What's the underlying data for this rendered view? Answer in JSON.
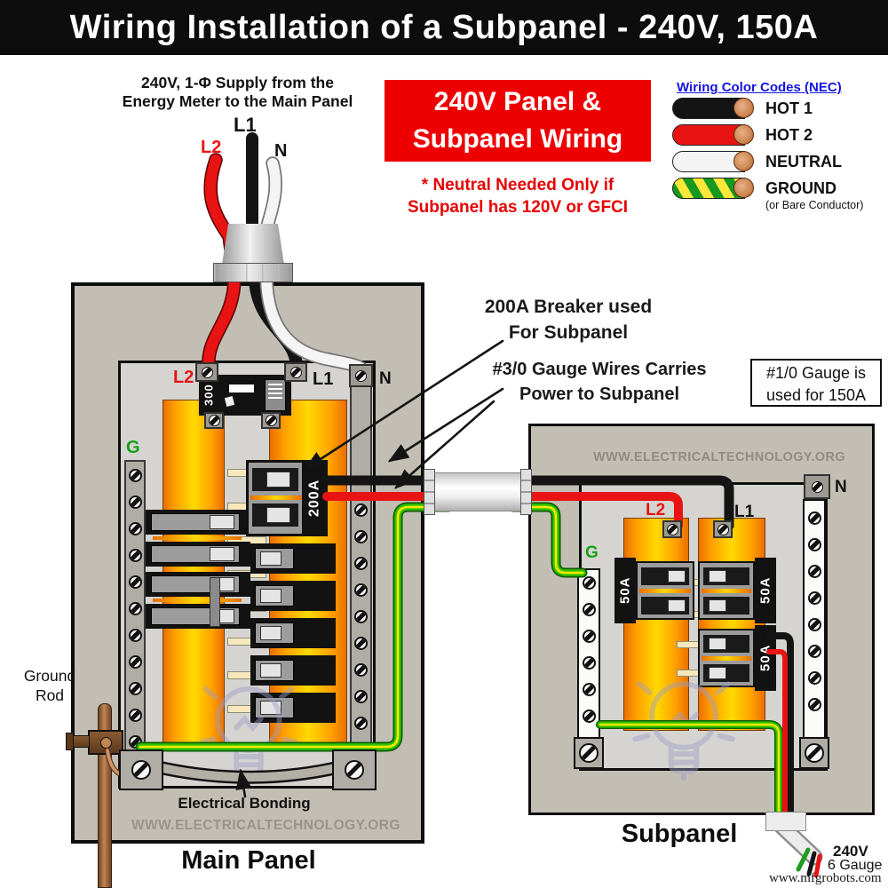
{
  "title": "Wiring Installation of a Subpanel - 240V, 150A",
  "supply": {
    "line1": "240V, 1-Φ Supply from the",
    "line2": "Energy Meter to the Main Panel",
    "l1": "L1",
    "l2": "L2",
    "n": "N"
  },
  "info_box": {
    "line1": "240V Panel &",
    "line2": "Subpanel Wiring"
  },
  "neutral_note": {
    "line1": "* Neutral Needed Only if",
    "line2": "Subpanel has 120V or GFCI"
  },
  "legend": {
    "title": "Wiring Color Codes (NEC)",
    "items": [
      {
        "label": "HOT 1",
        "color": "#141414"
      },
      {
        "label": "HOT 2",
        "color": "#e81313"
      },
      {
        "label": "NEUTRAL",
        "color": "#f4f4f4"
      },
      {
        "label": "GROUND",
        "color": "green-yellow-stripe",
        "note": "(or Bare Conductor)"
      }
    ]
  },
  "annotations": {
    "breaker_note_line1": "200A Breaker used",
    "breaker_note_line2": "For Subpanel",
    "gauge_note_line1": "#3/0 Gauge Wires Carries",
    "gauge_note_line2": "Power to Subpanel",
    "gauge_box_line1": "#1/0 Gauge is",
    "gauge_box_line2": "used for 150A"
  },
  "main_panel": {
    "caption": "Main Panel",
    "l2": "L2",
    "l1": "L1",
    "n": "N",
    "g": "G",
    "main_breaker": "300",
    "feed_breaker": "200A",
    "website": "WWW.ELECTRICALTECHNOLOGY.ORG",
    "bonding": "Electrical Bonding",
    "ground_rod_line1": "Ground",
    "ground_rod_line2": "Rod"
  },
  "subpanel": {
    "caption": "Subpanel",
    "l2": "L2",
    "l1": "L1",
    "n": "N",
    "g": "G",
    "breakers": [
      "50A",
      "50A",
      "50A"
    ],
    "website": "WWW.ELECTRICALTECHNOLOGY.ORG",
    "exit_voltage": "240V",
    "exit_gauge": "6 Gauge"
  },
  "watermark": "www.mfgrobots.com",
  "colors": {
    "hot1": "#141414",
    "hot2": "#e81313",
    "neutral_wire": "#f4f4f4",
    "ground_green": "#2fc400",
    "ground_yellow": "#ffe800",
    "accent_red": "#ee0000",
    "link_blue": "#1414e0",
    "bus_orange": "#e86f00",
    "bus_yellow": "#ffd900"
  }
}
